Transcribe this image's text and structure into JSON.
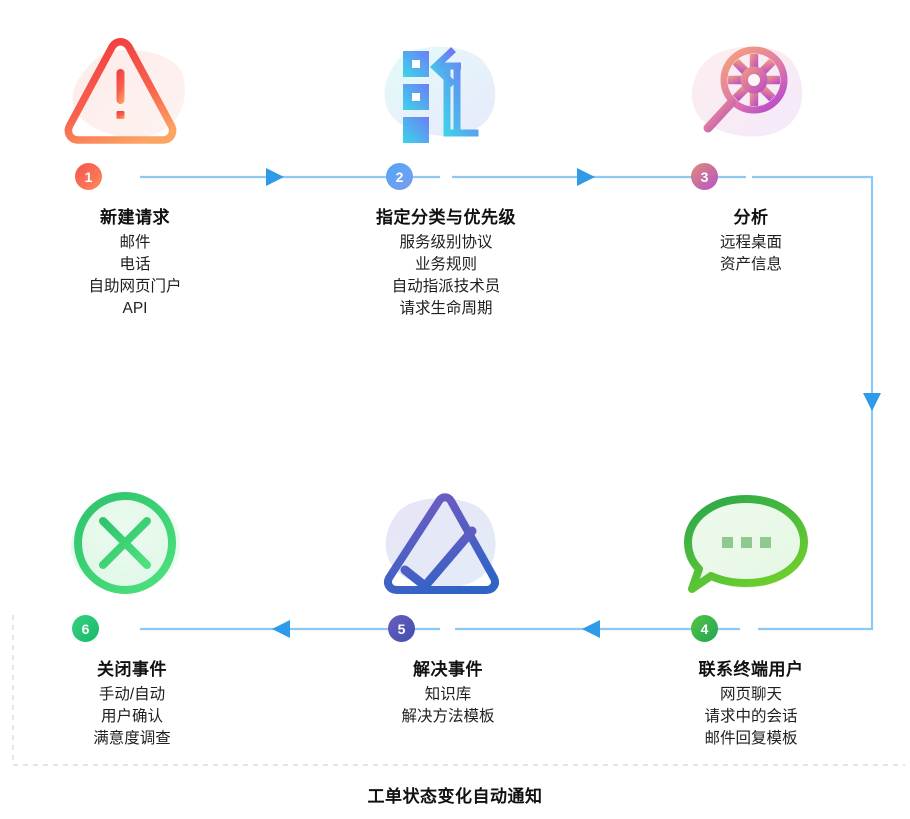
{
  "diagram": {
    "caption": "工单状态变化自动通知",
    "flow_direction_top": "left-to-right",
    "flow_direction_bottom": "right-to-left",
    "colors": {
      "connector": "#8dc9f4",
      "arrow": "#2f9ae8",
      "dashed_border": "#d9d9d9",
      "accent_red": "#f8504f",
      "accent_orange": "#fd8b5d",
      "accent_blue": "#4fa8f5",
      "accent_purple": "#b455c8",
      "accent_green": "#35d17f",
      "accent_indigo": "#3f4fae"
    },
    "steps": [
      {
        "number": "1",
        "icon": "warning-triangle-icon",
        "title": "新建请求",
        "items": [
          "邮件",
          "电话",
          "自助网页门户",
          "API"
        ]
      },
      {
        "number": "2",
        "icon": "categorize-priority-icon",
        "title": "指定分类与优先级",
        "items": [
          "服务级别协议",
          "业务规则",
          "自动指派技术员",
          "请求生命周期"
        ]
      },
      {
        "number": "3",
        "icon": "magnifier-gear-icon",
        "title": "分析",
        "items": [
          "远程桌面",
          "资产信息"
        ]
      },
      {
        "number": "4",
        "icon": "speech-bubble-icon",
        "title": "联系终端用户",
        "items": [
          "网页聊天",
          "请求中的会话",
          "邮件回复模板"
        ]
      },
      {
        "number": "5",
        "icon": "triangle-check-icon",
        "title": "解决事件",
        "items": [
          "知识库",
          "解决方法模板"
        ]
      },
      {
        "number": "6",
        "icon": "circle-x-icon",
        "title": "关闭事件",
        "items": [
          "手动/自动",
          "用户确认",
          "满意度调查"
        ]
      }
    ]
  }
}
